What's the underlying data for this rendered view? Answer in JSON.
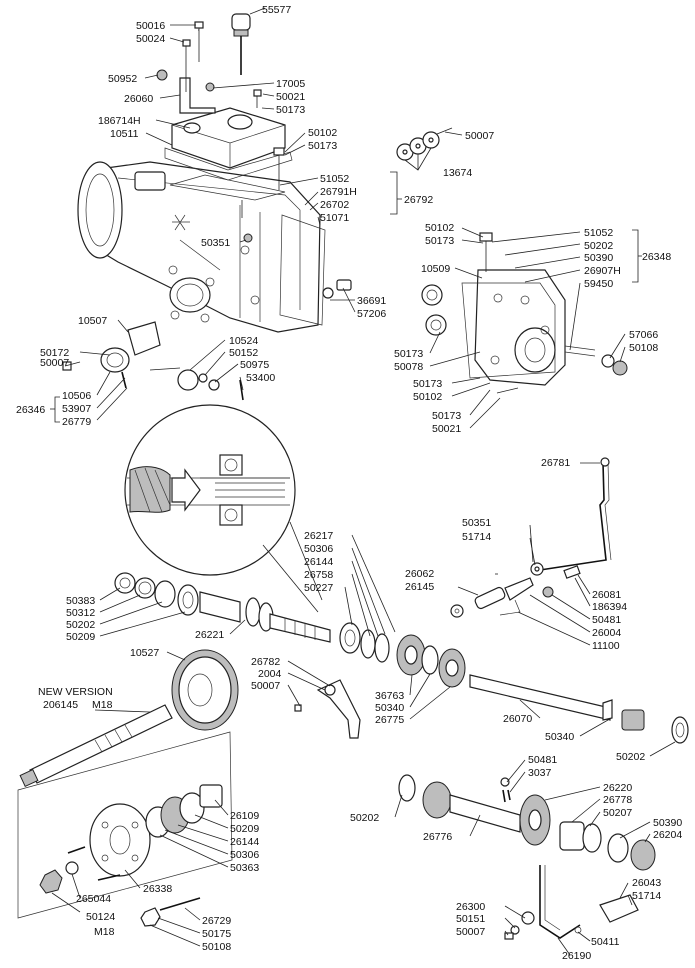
{
  "labels": {
    "p55577": "55577",
    "p50016": "50016",
    "p50024": "50024",
    "p50952": "50952",
    "p26060": "26060",
    "p17005": "17005",
    "p50021a": "50021",
    "p50173a": "50173",
    "p186714H": "186714H",
    "p10511": "10511",
    "p50102a": "50102",
    "p50173b": "50173",
    "p50007a": "50007",
    "p13674": "13674",
    "p51052a": "51052",
    "p26791H": "26791H",
    "p26702": "26702",
    "p51071": "51071",
    "p26792": "26792",
    "p50351a": "50351",
    "p50102b": "50102",
    "p50173c": "50173",
    "p10509": "10509",
    "p51052b": "51052",
    "p50202a": "50202",
    "p50390a": "50390",
    "p26907H": "26907H",
    "p59450": "59450",
    "p26348": "26348",
    "p36691": "36691",
    "p57206": "57206",
    "p10507": "10507",
    "p50172": "50172",
    "p50007b": "50007",
    "p10506": "10506",
    "p26346": "26346",
    "p53907": "53907",
    "p26779": "26779",
    "p10524": "10524",
    "p50152": "50152",
    "p50975": "50975",
    "p53400": "53400",
    "p50173d": "50173",
    "p50078": "50078",
    "p50173e": "50173",
    "p50102c": "50102",
    "p50173f": "50173",
    "p50021b": "50021",
    "p57066": "57066",
    "p50108a": "50108",
    "p26781": "26781",
    "p50351b": "50351",
    "p51714a": "51714",
    "p26062": "26062",
    "p26145a": "26145",
    "p26081": "26081",
    "p186394": "186394",
    "p50481a": "50481",
    "p26004": "26004",
    "p11100": "11100",
    "p26217": "26217",
    "p50306a": "50306",
    "p26144a": "26144",
    "p26758": "26758",
    "p50227": "50227",
    "p50383": "50383",
    "p50312": "50312",
    "p50202b": "50202",
    "p50209a": "50209",
    "p26221": "26221",
    "p10527": "10527",
    "p26782": "26782",
    "p2004": "2004",
    "p50007c": "50007",
    "p36763": "36763",
    "p50340a": "50340",
    "p26775": "26775",
    "p26070": "26070",
    "p50340b": "50340",
    "p50202c": "50202",
    "newVersion": "NEW VERSION",
    "p206145": "206145",
    "m18a": "M18",
    "p50481b": "50481",
    "p3037": "3037",
    "p26220": "26220",
    "p26778": "26778",
    "p50207": "50207",
    "p50390b": "50390",
    "p26204": "26204",
    "p50202d": "50202",
    "p26776": "26776",
    "p26109": "26109",
    "p50209b": "50209",
    "p26144b": "26144",
    "p50306b": "50306",
    "p50363": "50363",
    "p26338": "26338",
    "p265044": "265044",
    "p50124": "50124",
    "m18b": "M18",
    "p26729": "26729",
    "p50175": "50175",
    "p50108b": "50108",
    "p26043": "26043",
    "p51714b": "51714",
    "p26300": "26300",
    "p50151": "50151",
    "p50007d": "50007",
    "p50411": "50411",
    "p26190": "26190"
  }
}
